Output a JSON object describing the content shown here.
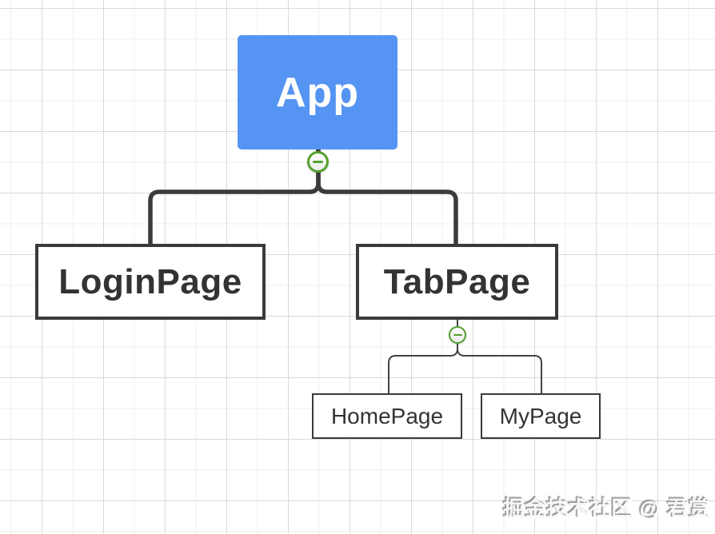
{
  "diagram": {
    "nodes": {
      "app": {
        "label": "App",
        "level": "root"
      },
      "login_page": {
        "label": "LoginPage",
        "level": 1
      },
      "tab_page": {
        "label": "TabPage",
        "level": 1
      },
      "home_page": {
        "label": "HomePage",
        "level": 2
      },
      "my_page": {
        "label": "MyPage",
        "level": 2
      }
    },
    "edges": [
      {
        "from": "app",
        "to": "login_page"
      },
      {
        "from": "app",
        "to": "tab_page"
      },
      {
        "from": "tab_page",
        "to": "home_page"
      },
      {
        "from": "tab_page",
        "to": "my_page"
      }
    ],
    "collapse_buttons": [
      {
        "node": "app",
        "icon": "minus",
        "state": "expanded"
      },
      {
        "node": "tab_page",
        "icon": "minus",
        "state": "expanded"
      }
    ]
  },
  "watermark": {
    "text": "掘金技术社区 @ 君赏"
  },
  "colors": {
    "root_fill": "#5594f2",
    "root_text": "#ffffff",
    "node_border": "#3a3a3a",
    "node_text": "#333333",
    "connector_dark": "#3b3b3b",
    "connector_thin": "#444444",
    "collapse_green": "#52a12f"
  }
}
